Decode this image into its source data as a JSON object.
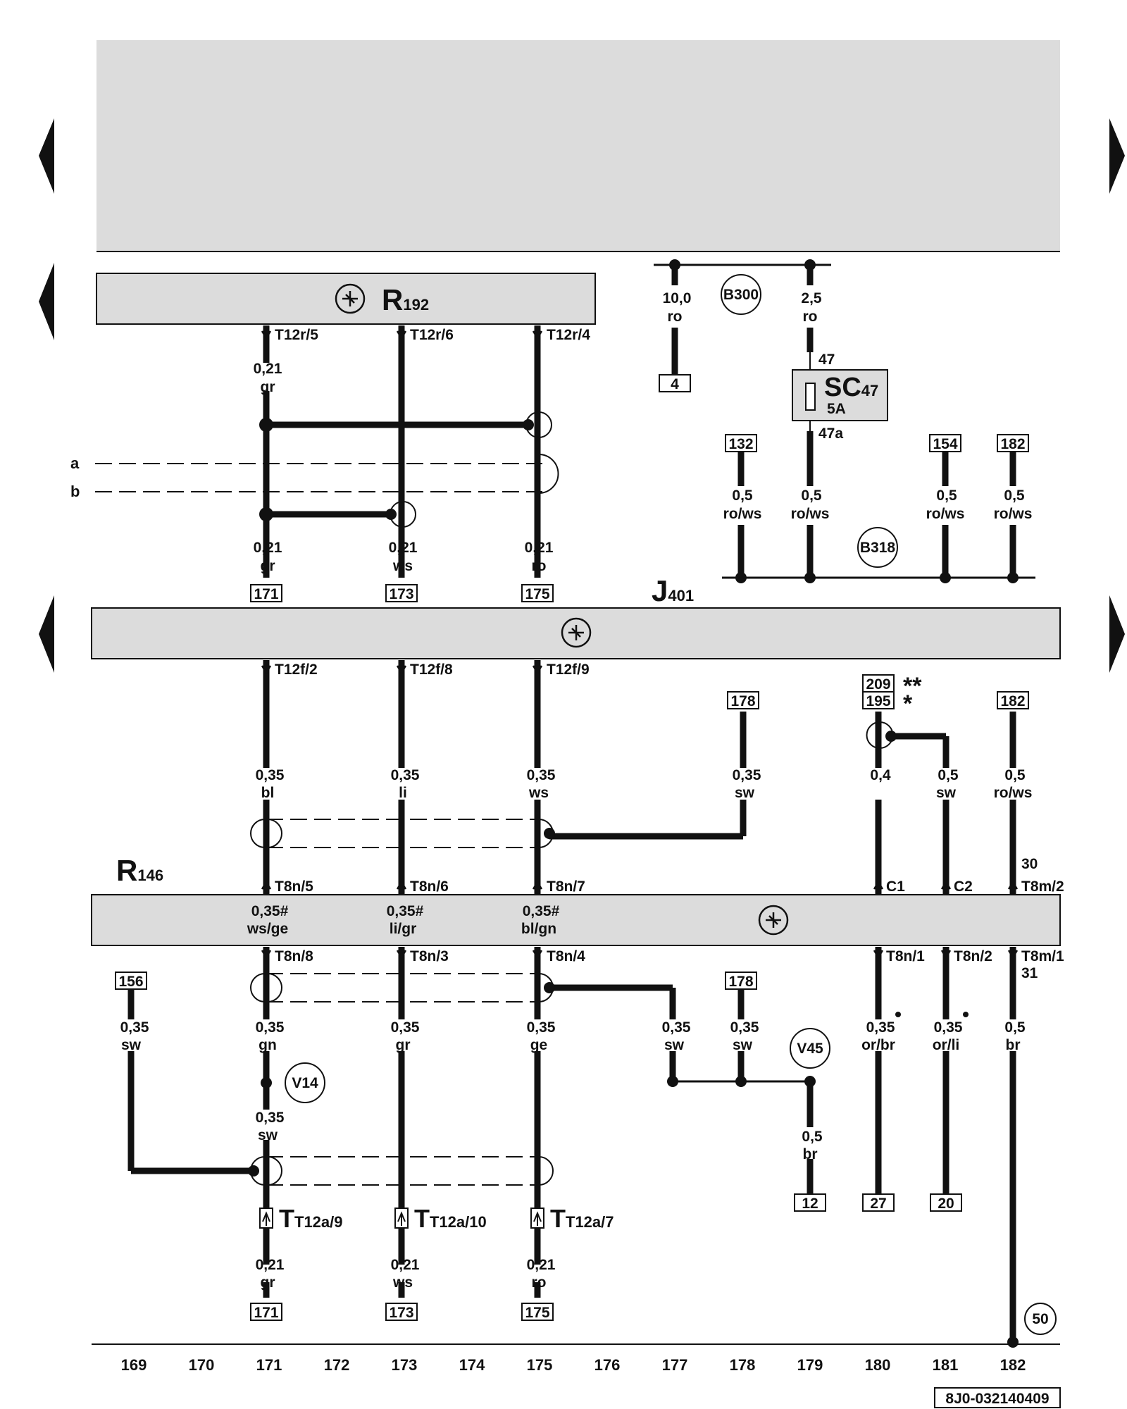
{
  "components": {
    "r192": {
      "name": "R",
      "sub": "192"
    },
    "j401": {
      "name": "J",
      "sub": "401"
    },
    "r146": {
      "name": "R",
      "sub": "146"
    },
    "sc47": {
      "name": "SC",
      "sub": "47",
      "rating": "5A",
      "pin_in": "47",
      "pin_out": "47a"
    }
  },
  "r192_pins": [
    "T12r/5",
    "T12r/6",
    "T12r/4"
  ],
  "j401_pins": [
    "T12f/2",
    "T12f/8",
    "T12f/9"
  ],
  "r146_top_pins": [
    "T8n/5",
    "T8n/6",
    "T8n/7",
    "C1",
    "C2",
    "T8m/2"
  ],
  "r146_inner_wires": [
    {
      "size": "0,35#",
      "color": "ws/ge"
    },
    {
      "size": "0,35#",
      "color": "li/gr"
    },
    {
      "size": "0,35#",
      "color": "bl/gn"
    }
  ],
  "r146_bottom_pins": [
    "T8n/8",
    "T8n/3",
    "T8n/4",
    "T8n/1",
    "T8n/2",
    "T8m/1"
  ],
  "t12a_pins": [
    "T12a/9",
    "T12a/10",
    "T12a/7"
  ],
  "terminal_30": "30",
  "terminal_31": "31",
  "wires": {
    "b300_left": {
      "size": "10,0",
      "color": "ro"
    },
    "b300_right": {
      "size": "2,5",
      "color": "ro"
    },
    "r192_c171_top": {
      "size": "0,21",
      "color": "gr"
    },
    "r192_c171_bot": {
      "size": "0,21",
      "color": "gr"
    },
    "r192_c173_bot": {
      "size": "0,21",
      "color": "ws"
    },
    "r192_c175_bot": {
      "size": "0,21",
      "color": "ro"
    },
    "b318_132": {
      "size": "0,5",
      "color": "ro/ws"
    },
    "b318_sc": {
      "size": "0,5",
      "color": "ro/ws"
    },
    "b318_154": {
      "size": "0,5",
      "color": "ro/ws"
    },
    "b318_182": {
      "size": "0,5",
      "color": "ro/ws"
    },
    "mid_171": {
      "size": "0,35",
      "color": "bl"
    },
    "mid_173": {
      "size": "0,35",
      "color": "li"
    },
    "mid_175": {
      "size": "0,35",
      "color": "ws"
    },
    "mid_178": {
      "size": "0,35",
      "color": "sw"
    },
    "mid_180": {
      "size": "0,4",
      "color": ""
    },
    "mid_181": {
      "size": "0,5",
      "color": "sw"
    },
    "mid_182": {
      "size": "0,5",
      "color": "ro/ws"
    },
    "low_169": {
      "size": "0,35",
      "color": "sw"
    },
    "low_171": {
      "size": "0,35",
      "color": "gn"
    },
    "low_171b": {
      "size": "0,35",
      "color": "sw"
    },
    "low_173": {
      "size": "0,35",
      "color": "gr"
    },
    "low_175": {
      "size": "0,35",
      "color": "ge"
    },
    "low_177": {
      "size": "0,35",
      "color": "sw"
    },
    "low_178": {
      "size": "0,35",
      "color": "sw"
    },
    "low_179": {
      "size": "0,5",
      "color": "br"
    },
    "low_180": {
      "size": "0,35",
      "color": "or/br"
    },
    "low_181": {
      "size": "0,35",
      "color": "or/li"
    },
    "low_182": {
      "size": "0,5",
      "color": "br"
    },
    "bot_171": {
      "size": "0,21",
      "color": "gr"
    },
    "bot_173": {
      "size": "0,21",
      "color": "ws"
    },
    "bot_175": {
      "size": "0,21",
      "color": "ro"
    }
  },
  "refs": {
    "r4": "4",
    "r132": "132",
    "r154": "154",
    "r182a": "182",
    "r171a": "171",
    "r173a": "173",
    "r175a": "175",
    "r209": "209",
    "r195": "195",
    "r178a": "178",
    "r182b": "182",
    "r156": "156",
    "r178b": "178",
    "r12": "12",
    "r27": "27",
    "r20": "20",
    "r171b": "171",
    "r173b": "173",
    "r175b": "175"
  },
  "variant_marks": {
    "double": "**",
    "single": "*"
  },
  "connections": {
    "b300": "B300",
    "b318": "B318",
    "v14": "V14",
    "v45": "V45",
    "ground": "50"
  },
  "shield_lines": [
    "a",
    "b"
  ],
  "columns": [
    "169",
    "170",
    "171",
    "172",
    "173",
    "174",
    "175",
    "176",
    "177",
    "178",
    "179",
    "180",
    "181",
    "182"
  ],
  "doc_id": "8J0-032140409"
}
